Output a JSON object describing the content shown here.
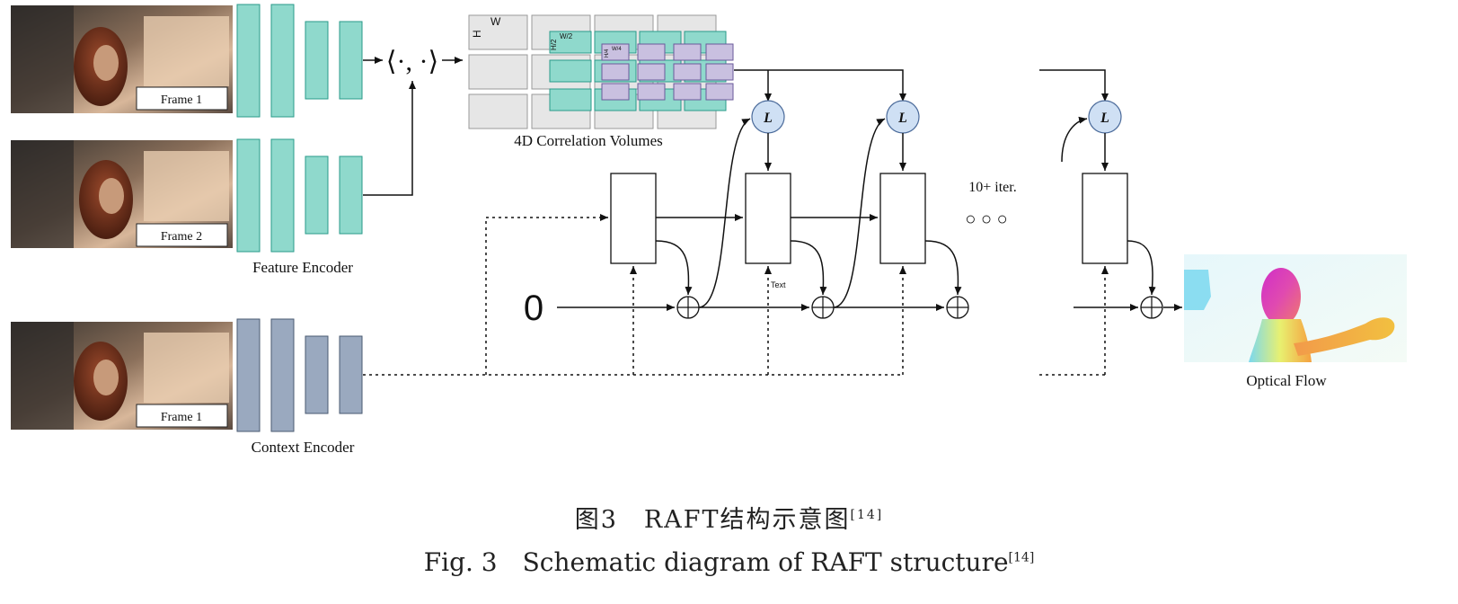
{
  "frames": {
    "top_label": "Frame 1",
    "middle_label": "Frame 2",
    "bottom_label": "Frame 1"
  },
  "encoders": {
    "feature_label": "Feature Encoder",
    "context_label": "Context Encoder"
  },
  "correlation": {
    "inner_product": "⟨·, ·⟩",
    "label": "4D Correlation Volumes",
    "dim_h": "H",
    "dim_w": "W",
    "dim_h2": "H/2",
    "dim_w2": "W/2",
    "dim_h4": "H/4",
    "dim_w4": "W/4"
  },
  "updates": {
    "lookup_symbol": "L",
    "add_symbol": "⊕",
    "initial_flow": "0",
    "iterations": "10+ iter.",
    "ellipsis": "○ ○ ○",
    "stray_text": "Text"
  },
  "output": {
    "label": "Optical Flow"
  },
  "caption": {
    "chinese": "图3　RAFT结构示意图",
    "english": "Fig.  3　Schematic diagram of RAFT structure",
    "ref": "[14]"
  },
  "colors": {
    "feature_block": "#8fd9cc",
    "context_block": "#9aa9bf",
    "corr_gray": "#e6e6e6",
    "corr_teal": "#8fd9cc",
    "corr_purple": "#c9c0e0",
    "lookup_fill": "#cfe0f4"
  }
}
